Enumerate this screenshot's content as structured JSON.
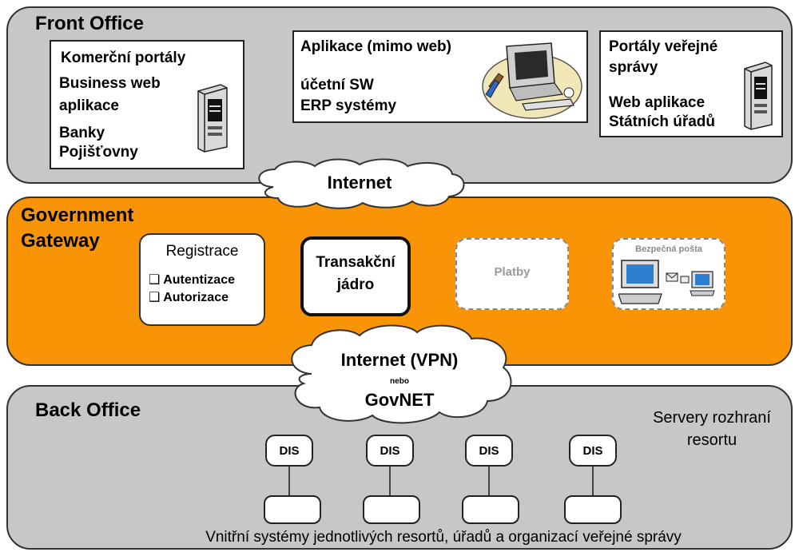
{
  "front_office": {
    "title": "Front Office",
    "commercial": {
      "heading": "Komerční  portály",
      "line1": "Business web",
      "line2": "aplikace",
      "line3": "Banky",
      "line4": "Pojišťovny"
    },
    "apps": {
      "heading": "Aplikace (mimo web)",
      "line1": "účetní SW",
      "line2": "ERP systémy"
    },
    "public": {
      "heading1": "Portály veřejné",
      "heading2": "správy",
      "line1": "Web aplikace",
      "line2": "Státních úřadů"
    }
  },
  "cloud_internet": "Internet",
  "gateway": {
    "title_line1": "Government",
    "title_line2": "Gateway",
    "registration": {
      "heading": "Registrace",
      "item1": "❑ Autentizace",
      "item2": "❑ Autorizace"
    },
    "transaction_line1": "Transakční",
    "transaction_line2": "jádro",
    "payments": "Platby",
    "secure_mail": "Bezpečná pošta"
  },
  "cloud_vpn": {
    "line1": "Internet (VPN)",
    "line2": "nebo",
    "line3": "GovNET"
  },
  "back_office": {
    "title": "Back Office",
    "servers_line1": "Servery rozhraní",
    "servers_line2": "resortu",
    "dis_labels": [
      "DIS",
      "DIS",
      "DIS",
      "DIS"
    ],
    "footer": "Vnitřní systémy jednotlivých resortů, úřadů a organizací veřejné správy"
  },
  "colors": {
    "band_gray": "#c7c6c9",
    "gateway_orange": "#f89406",
    "platby_text": "#9a9a9a"
  }
}
